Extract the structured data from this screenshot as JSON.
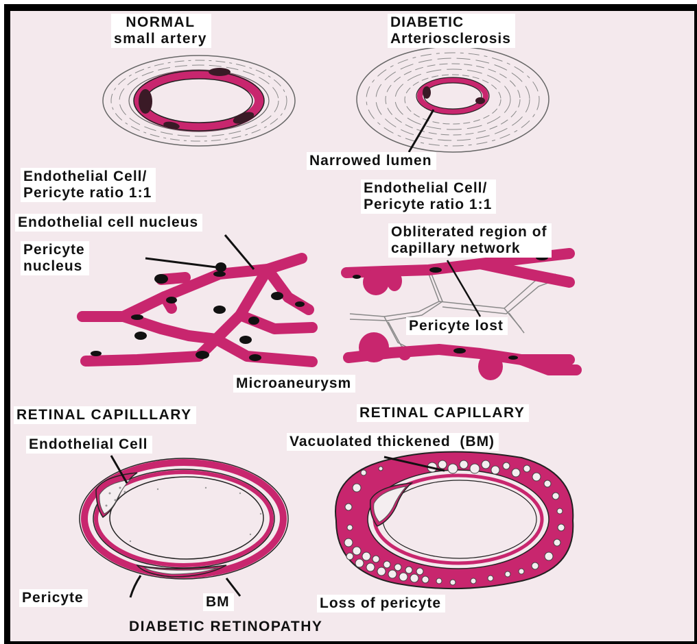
{
  "labels": {
    "normal_title": "NORMAL\nsmall artery",
    "diabetic_title": "DIABETIC\nArteriosclerosis",
    "narrowed_lumen": "Narrowed lumen",
    "ratio_left": "Endothelial Cell/\nPericyte ratio 1:1",
    "ratio_right": "Endothelial Cell/\nPericyte ratio 1:1",
    "endothelial_nucleus": "Endothelial cell nucleus",
    "pericyte_nucleus": "Pericyte\nnucleus",
    "obliterated_region": "Obliterated region of\ncapillary network",
    "pericyte_lost": "Pericyte lost",
    "microaneurysm": "Microaneurysm",
    "retinal_capillary_left": "RETINAL CAPILLLARY",
    "retinal_capillary_right": "RETINAL CAPILLARY",
    "endothelial_cell": "Endothelial Cell",
    "vacuolated_bm": "Vacuolated thickened  (BM)",
    "pericyte": "Pericyte",
    "bm": "BM",
    "loss_of_pericyte": "Loss of pericyte",
    "footer": "DIABETIC RETINOPATHY"
  },
  "colors": {
    "vessel": "#c8266e",
    "background": "#f4e9ed",
    "label_bg": "#ffffff",
    "nucleus": "#111111"
  }
}
